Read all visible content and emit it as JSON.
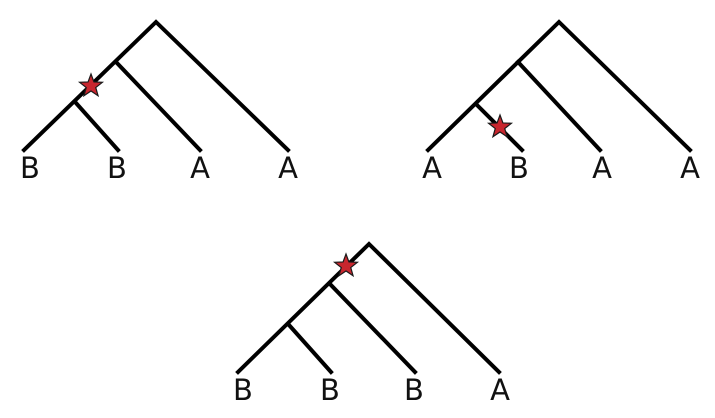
{
  "colors": {
    "branch": "#000000",
    "star": "#c8262e",
    "label": "#111111"
  },
  "star_icon": "red-star-icon",
  "trees": [
    {
      "name": "tree-top-left",
      "tips": [
        "B",
        "B",
        "A",
        "A"
      ],
      "topology": "(((B,B),A),A)",
      "star_branch": "stem of (B,B) clade"
    },
    {
      "name": "tree-top-right",
      "tips": [
        "A",
        "B",
        "A",
        "A"
      ],
      "topology": "(((A,B),A),A)",
      "star_branch": "terminal branch to second tip (B)"
    },
    {
      "name": "tree-bottom",
      "tips": [
        "B",
        "B",
        "B",
        "A"
      ],
      "topology": "(((B,B),B),A)",
      "star_branch": "stem of (B,B,B) clade"
    }
  ]
}
